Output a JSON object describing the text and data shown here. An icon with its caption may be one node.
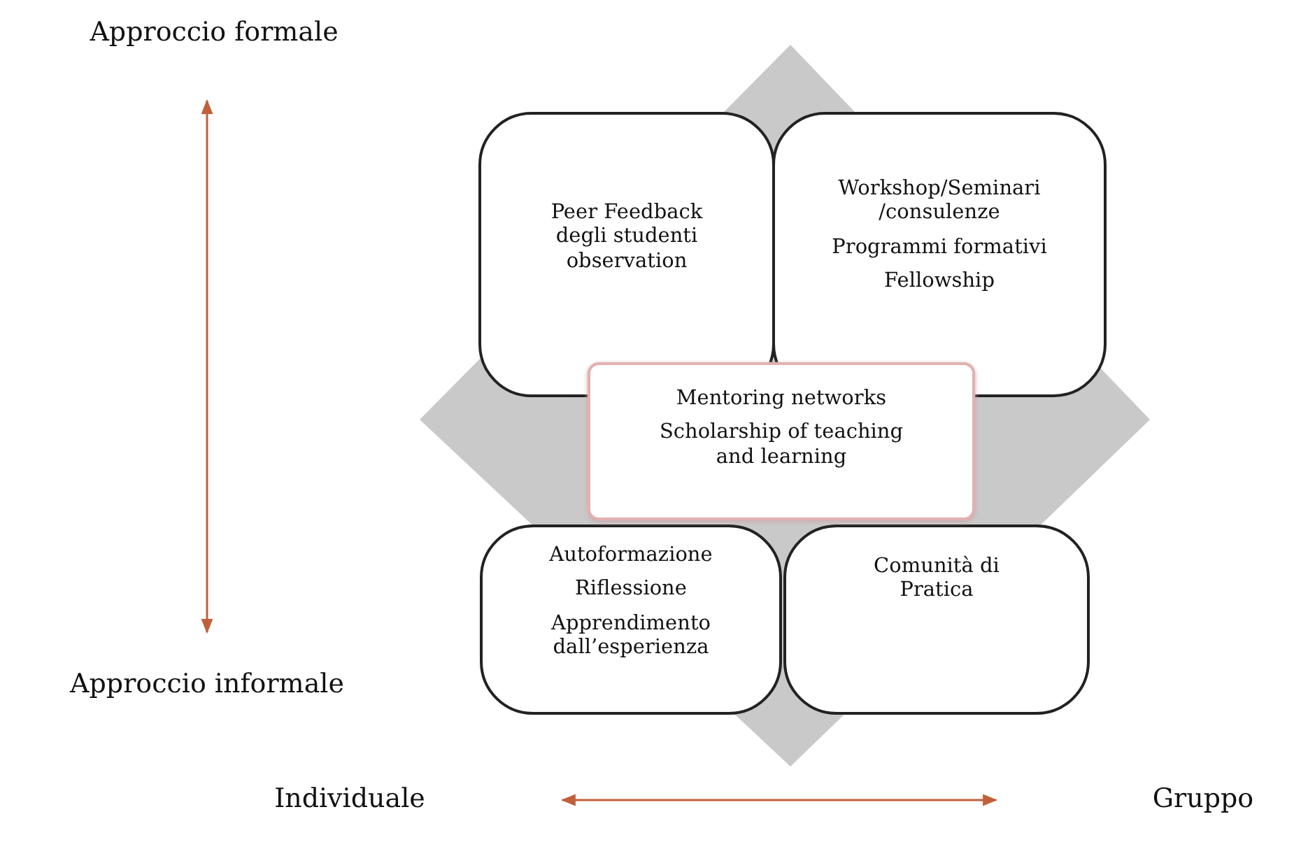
{
  "diagram": {
    "nodes": [
      {
        "text": [
          "Peer Feedback degli studenti observation"
        ]
      },
      {
        "text": [
          "Workshop/Seminari /consulenze",
          "Programmi formativi",
          "Fellowship"
        ]
      },
      {
        "text": [
          "Autoformazione",
          "Riflessione",
          "Apprendimento dall’esperienza"
        ]
      },
      {
        "text": [
          "Comunità di Pratica"
        ]
      },
      {
        "text": [
          "Mentoring networks",
          "Scholarship of teaching and learning"
        ]
      }
    ],
    "labels": [
      "Approccio formale",
      "Approccio informale",
      "Individuale",
      "Gruppo"
    ]
  }
}
